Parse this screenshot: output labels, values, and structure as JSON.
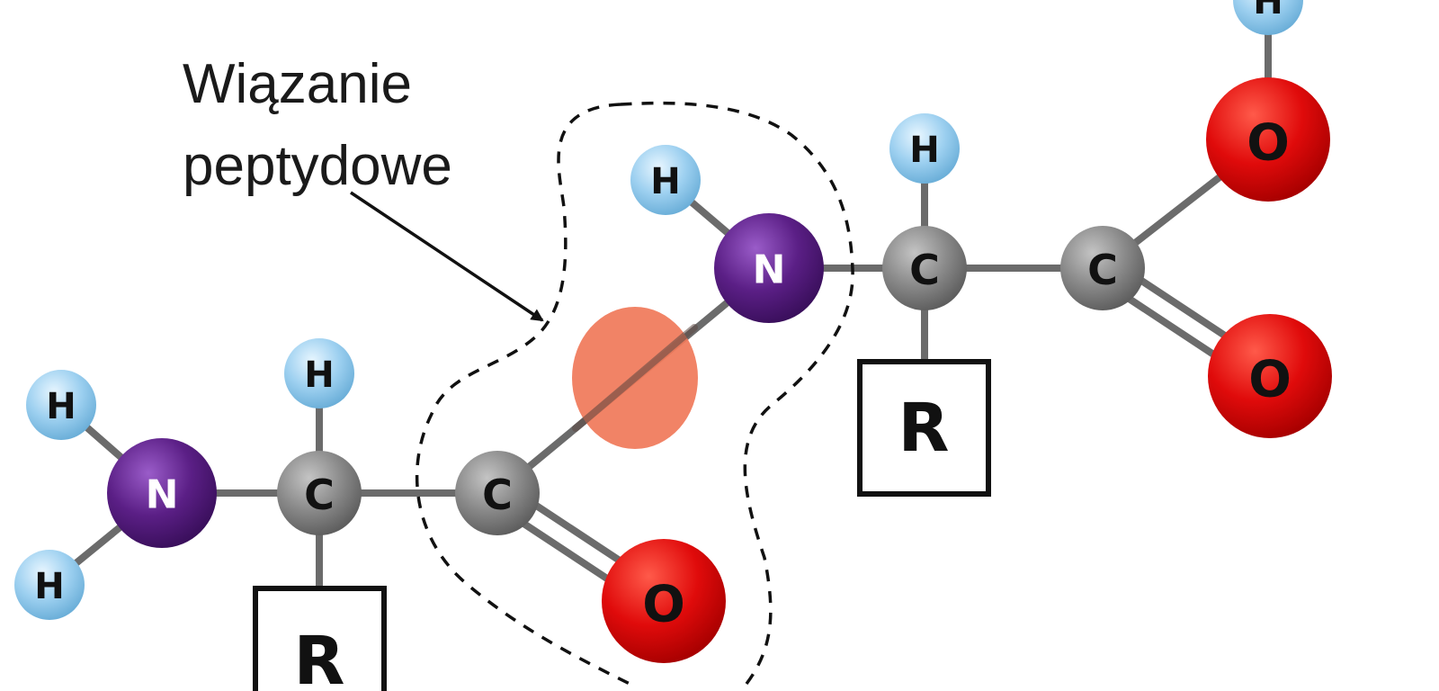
{
  "caption": {
    "line1": "Wiązanie",
    "line2": "peptydowe"
  },
  "atoms": {
    "h_left_top": "H",
    "h_left_bottom": "H",
    "n_left": "N",
    "h_calpha1": "H",
    "c_alpha1": "C",
    "c_carbonyl1": "C",
    "o_carbonyl1": "O",
    "h_amide": "H",
    "n_amide": "N",
    "h_calpha2": "H",
    "c_alpha2": "C",
    "c_carboxyl": "C",
    "o_hydroxyl": "O",
    "h_hydroxyl": "H",
    "o_carboxyl": "O"
  },
  "side_chains": {
    "r1": "R",
    "r2": "R"
  },
  "colors": {
    "nitrogen": "#5b1f86",
    "carbon": "#8a8a8a",
    "oxygen": "#e00b0b",
    "hydrogen": "#9dd0f0",
    "bond": "#6b6b6b",
    "highlight": "#f07a5a"
  }
}
